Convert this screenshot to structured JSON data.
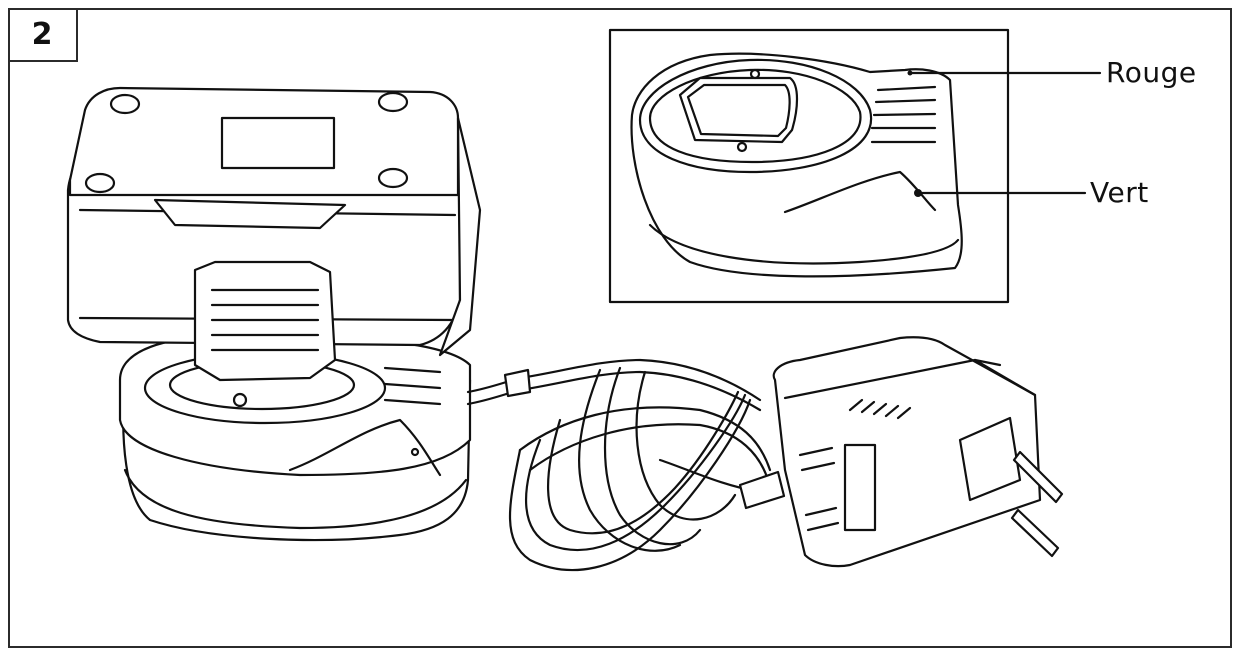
{
  "figure": {
    "step_number": "2",
    "callouts": {
      "red": "Rouge",
      "green": "Vert"
    }
  }
}
